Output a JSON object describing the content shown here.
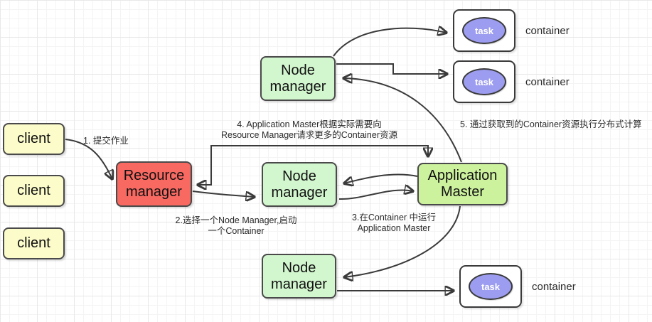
{
  "diagram": {
    "title_hint": "YARN job submission flow diagram",
    "clients": [
      {
        "label": "client"
      },
      {
        "label": "client"
      },
      {
        "label": "client"
      }
    ],
    "resource_manager": {
      "label": "Resource\nmanager"
    },
    "node_managers": [
      {
        "label": "Node\nmanager"
      },
      {
        "label": "Node\nmanager"
      },
      {
        "label": "Node\nmanager"
      }
    ],
    "application_master": {
      "label": "Application\nMaster"
    },
    "containers": [
      {
        "task": "task",
        "caption": "container"
      },
      {
        "task": "task",
        "caption": "container"
      },
      {
        "task": "task",
        "caption": "container"
      }
    ],
    "annotations": {
      "step1": "1. 提交作业",
      "step2": "2.选择一个Node Manager,启动\n一个Container",
      "step3": "3.在Container 中运行\nApplication Master",
      "step4": "4. Application Master根据实际需要向\nResource Manager请求更多的Container资源",
      "step5": "5. 通过获取到的Container资源执行分布式计算"
    },
    "colors": {
      "client_fill": "#fcfccb",
      "resource_manager_fill": "#f86962",
      "node_manager_fill": "#d2f6ce",
      "application_master_fill": "#cdf29e",
      "container_fill": "#ffffff",
      "task_fill": "#9c9cf0",
      "shape_border": "#4a4a4a",
      "arrow": "#3a3a3a",
      "grid_minor": "#f4f4f4",
      "grid_major": "#e8e8e8"
    }
  }
}
